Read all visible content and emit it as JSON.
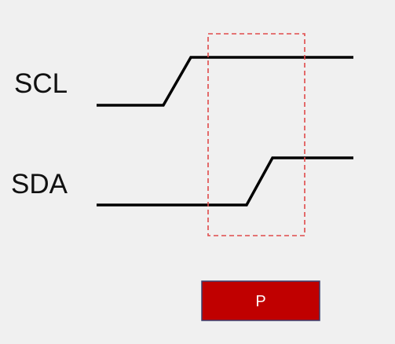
{
  "signals": {
    "scl_label": "SCL",
    "sda_label": "SDA"
  },
  "condition": {
    "label": "P"
  },
  "colors": {
    "background": "#f0f0f0",
    "waveform": "#000000",
    "highlight": "#e04a4a",
    "condition_fill": "#c00000",
    "condition_border": "#3b3f6e",
    "condition_text": "#ffffff"
  }
}
